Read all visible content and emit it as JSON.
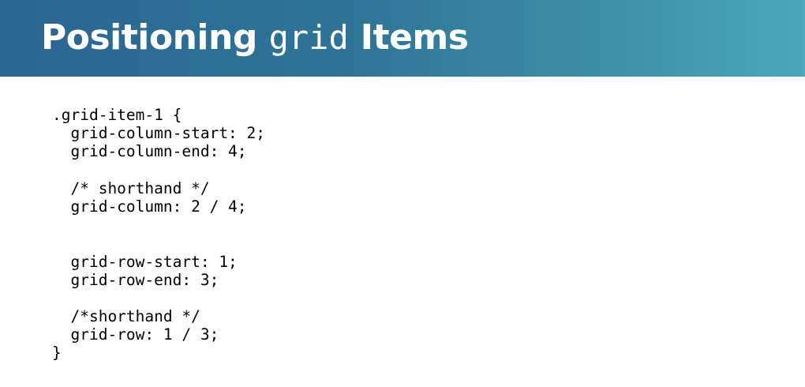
{
  "title": {
    "prefix": "Positioning ",
    "code_word": "grid",
    "suffix": " Items"
  },
  "code_lines": [
    ".grid-item-1 {",
    "  grid-column-start: 2;",
    "  grid-column-end: 4;",
    "",
    "  /* shorthand */",
    "  grid-column: 2 / 4;",
    "",
    "",
    "  grid-row-start: 1;",
    "  grid-row-end: 3;",
    "",
    "  /*shorthand */",
    "  grid-row: 1 / 3;",
    "}"
  ],
  "colors": {
    "header_start": "#2b6592",
    "header_end": "#4aa8b8",
    "title_text": "#ffffff",
    "code_text": "#000000"
  }
}
